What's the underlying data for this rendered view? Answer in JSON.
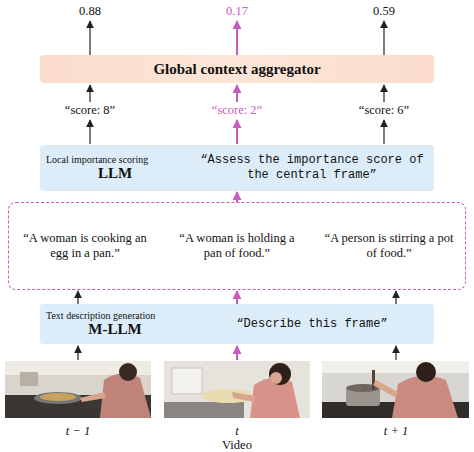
{
  "diagram": {
    "nodes": [
      {
        "text": [
          "Global context aggregator"
        ]
      },
      {
        "text": [
          "Local importance scoring",
          "LLM",
          "“Assess the importance score of the central frame”"
        ]
      },
      {
        "text": [
          "“A woman is cooking an egg in a pan.”",
          "“A woman is holding a pan of food.”",
          "“A person is stirring a pot of food.”"
        ]
      },
      {
        "text": [
          "Text description generation",
          "M-LLM",
          "“Describe this frame”"
        ]
      }
    ],
    "edges": [
      {
        "from": 3,
        "to": 2,
        "arrow": "to"
      },
      {
        "from": 2,
        "to": 1,
        "arrow": "to"
      }
    ],
    "labels": [
      "0.88",
      "0.17",
      "0.59",
      "“score: 8”",
      "“score: 2”",
      "“score: 6”",
      "t − 1",
      "t",
      "t + 1",
      "Video"
    ]
  }
}
